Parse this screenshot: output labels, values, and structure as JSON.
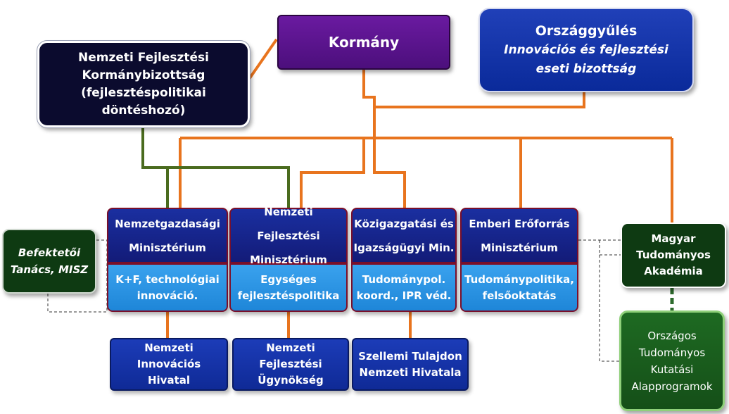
{
  "kormany": {
    "label": "Kormány"
  },
  "nfk": {
    "lines": [
      "Nemzeti Fejlesztési",
      "Kormánybizottság",
      "(fejlesztéspolitikai döntéshozó)"
    ]
  },
  "orszaggyules": {
    "title": "Országgyűlés",
    "subtitle_lines": [
      "Innovációs és fejlesztési",
      "eseti bizottság"
    ]
  },
  "ministries": [
    {
      "name_lines": [
        "Nemzetgazdasági",
        "Minisztérium"
      ],
      "focus_lines": [
        "K+F, technológiai",
        "innováció."
      ],
      "agency_lines": [
        "Nemzeti Innovációs",
        "Hivatal"
      ]
    },
    {
      "name_lines": [
        "Nemzeti Fejlesztési",
        "Minisztérium"
      ],
      "focus_lines": [
        "Egységes",
        "fejlesztéspolitika"
      ],
      "agency_lines": [
        "Nemzeti Fejlesztési",
        "Ügynökség"
      ]
    },
    {
      "name_lines": [
        "Közigazgatási és",
        "Igazságügyi Min."
      ],
      "focus_lines": [
        "Tudománypol.",
        "koord., IPR véd."
      ],
      "agency_lines": [
        "Szellemi Tulajdon",
        "Nemzeti Hivatala"
      ]
    },
    {
      "name_lines": [
        "Emberi Erőforrás",
        "Minisztérium"
      ],
      "focus_lines": [
        "Tudománypolitika,",
        "felsőoktatás"
      ]
    }
  ],
  "befekteto": {
    "lines": [
      "Befektetői",
      "Tanács, MISZ"
    ]
  },
  "mta": {
    "lines": [
      "Magyar",
      "Tudományos",
      "Akadémia"
    ]
  },
  "otka": {
    "lines": [
      "Országos",
      "Tudományos",
      "Kutatási",
      "Alapprogramok"
    ]
  },
  "colors": {
    "orange_line": "#e8741e",
    "green_line": "#4a6b1e",
    "dashed_line": "#333333"
  }
}
